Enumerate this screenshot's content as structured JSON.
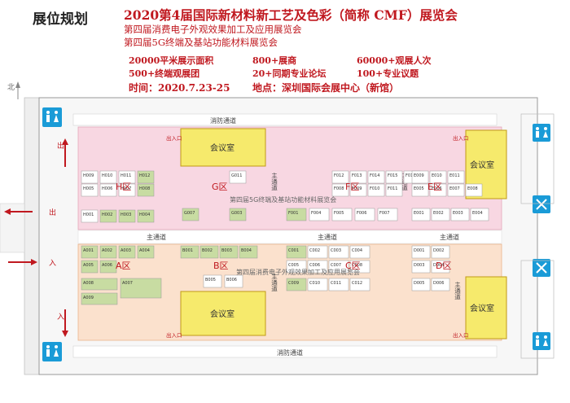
{
  "header": {
    "plan_title": "展位规划",
    "event_title": "2020第4届国际新材料新工艺及色彩（简称 CMF）展览会",
    "subtitle_1": "第四届消费电子外观效果加工及应用展览会",
    "subtitle_2": "第四届5G终端及基站功能材料展览会"
  },
  "stats": {
    "area": "20000平米展示面积",
    "exhibitors": "800+展商",
    "visitors": "60000+观展人次",
    "groups": "500+终端观展团",
    "forums": "20+同期专业论坛",
    "topics": "100+专业议题"
  },
  "info": {
    "time": "时间：2020.7.23-25",
    "venue": "地点：深圳国际会展中心（新馆）"
  },
  "map": {
    "compass": "北",
    "fire_passage": "消防通道",
    "main_passage": "主通道",
    "meeting_room": "会议室",
    "exit_label": "出",
    "entrance_label": "入",
    "exit_entrance": "出入口",
    "top_hall_label": "第四届5G终端及基站功能材料展览会",
    "bottom_hall_label": "第四届消费电子外观效果加工及应用展览会",
    "zones": {
      "A": "A区",
      "B": "B区",
      "C": "C区",
      "D": "D区",
      "E": "E区",
      "F": "F区",
      "G": "G区",
      "H": "H区"
    },
    "booths_top": [
      "H009",
      "H010",
      "H011",
      "H012",
      "H005",
      "H006",
      "H007",
      "H008",
      "H001",
      "H002",
      "H003",
      "H004",
      "G011",
      "G007",
      "G003",
      "F012",
      "F013",
      "F014",
      "F015",
      "F016",
      "F008",
      "F009",
      "F010",
      "F011",
      "F001",
      "F004",
      "F005",
      "F006",
      "F007",
      "E009",
      "E010",
      "E011",
      "E005",
      "E006",
      "E007",
      "E008",
      "E001",
      "E002",
      "E003",
      "E004"
    ],
    "booths_bottom": [
      "A001",
      "A002",
      "A003",
      "A004",
      "A005",
      "A006",
      "A007",
      "A008",
      "A009",
      "B001",
      "B002",
      "B003",
      "B004",
      "B005",
      "B006",
      "C001",
      "C002",
      "C003",
      "C004",
      "C005",
      "C006",
      "C007",
      "C008",
      "C009",
      "C010",
      "C011",
      "C012",
      "D001",
      "D002",
      "D003",
      "D004",
      "D005",
      "D006"
    ]
  }
}
